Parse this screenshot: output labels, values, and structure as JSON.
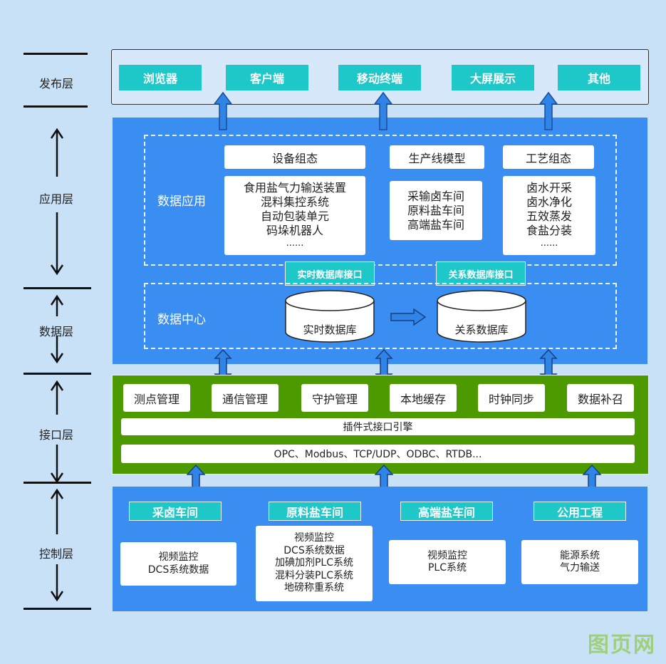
{
  "layers": {
    "publish": "发布层",
    "application": "应用层",
    "data": "数据层",
    "interface": "接口层",
    "control": "控制层"
  },
  "publish": {
    "items": [
      "浏览器",
      "客户端",
      "移动终端",
      "大屏展示",
      "其他"
    ]
  },
  "app": {
    "section_label": "数据应用",
    "groups": [
      {
        "title": "设备组态",
        "items": [
          "食用盐气力输送装置",
          "混料集控系统",
          "自动包装单元",
          "码垛机器人",
          "......"
        ]
      },
      {
        "title": "生产线模型",
        "items": [
          "采输卤车间",
          "原料盐车间",
          "高端盐车间"
        ]
      },
      {
        "title": "工艺组态",
        "items": [
          "卤水开采",
          "卤水净化",
          "五效蒸发",
          "食盐分装",
          "......"
        ]
      }
    ],
    "rt_interface": "实时数据库接口",
    "rel_interface": "关系数据库接口"
  },
  "datacenter": {
    "section_label": "数据中心",
    "rt_db": "实时数据库",
    "rel_db": "关系数据库"
  },
  "interface": {
    "modules": [
      "测点管理",
      "通信管理",
      "守护管理",
      "本地缓存",
      "时钟同步",
      "数据补召"
    ],
    "engine": "插件式接口引擎",
    "protocols": "OPC、Modbus、TCP/UDP、ODBC、RTDB..."
  },
  "control": {
    "workshops": [
      {
        "title": "采卤车间",
        "items": [
          "视频监控",
          "DCS系统数据"
        ]
      },
      {
        "title": "原料盐车间",
        "items": [
          "视频监控",
          "DCS系统数据",
          "加碘加剂PLC系统",
          "混料分装PLC系统",
          "地磅称重系统"
        ]
      },
      {
        "title": "高端盐车间",
        "items": [
          "视频监控",
          "PLC系统"
        ]
      },
      {
        "title": "公用工程",
        "items": [
          "能源系统",
          "气力输送"
        ]
      }
    ]
  },
  "watermark": "图页网",
  "colors": {
    "background": "#c9e1f7",
    "blue_panel": "#3a8ef2",
    "green_panel": "#4c9a00",
    "teal": "#1fc8c8"
  }
}
